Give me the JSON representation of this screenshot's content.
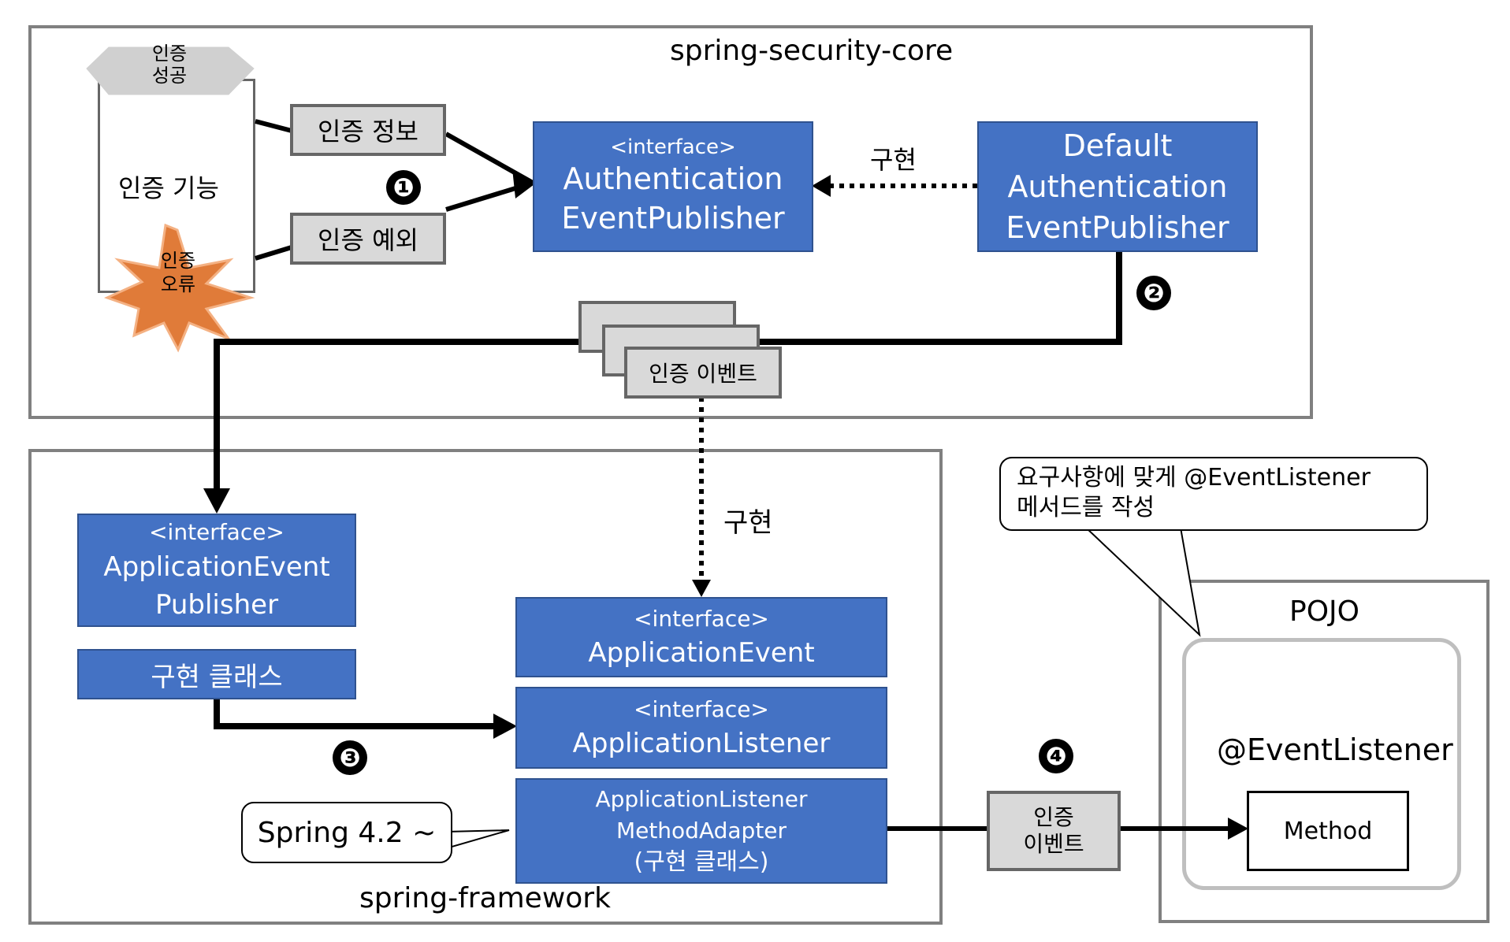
{
  "core": {
    "title": "spring-security-core",
    "auth_success": [
      "인증",
      "성공"
    ],
    "auth_function": "인증 기능",
    "auth_error": [
      "인증",
      "오류"
    ],
    "auth_info": "인증 정보",
    "auth_exception": "인증 예외",
    "publisher_interface": [
      "<interface>",
      "Authentication",
      "EventPublisher"
    ],
    "default_publisher": [
      "Default",
      "Authentication",
      "EventPublisher"
    ],
    "implements_label": "구현",
    "auth_event": "인증 이벤트"
  },
  "framework": {
    "title": "spring-framework",
    "app_event_publisher": [
      "<interface>",
      "ApplicationEvent",
      "Publisher"
    ],
    "impl_class": "구현 클래스",
    "implements_label": "구현",
    "app_event": [
      "<interface>",
      "ApplicationEvent"
    ],
    "app_listener": [
      "<interface>",
      "ApplicationListener"
    ],
    "listener_adapter": [
      "ApplicationListener",
      "MethodAdapter",
      "(구현 클래스)"
    ],
    "version_callout": "Spring 4.2 ~"
  },
  "steps": [
    "❶",
    "❷",
    "❸",
    "❹"
  ],
  "event_box": [
    "인증",
    "이벤트"
  ],
  "pojo": {
    "title": "POJO",
    "annotation": "@EventListener",
    "method": "Method"
  },
  "requirement_callout": [
    "요구사항에 맞게 @EventListener",
    "메서드를 작성"
  ],
  "colors": {
    "blue": "#4472C4",
    "gray_box": "#D9D9D9",
    "error_burst": "#E07B39",
    "success_hex": "#D0D0D0"
  }
}
